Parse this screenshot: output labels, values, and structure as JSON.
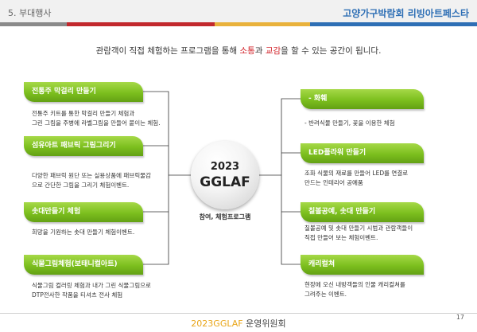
{
  "header": {
    "section": "5. 부대행사",
    "event": "고양가구박람회 리빙아트페스타"
  },
  "intro": {
    "before": "관람객이 직접 체험하는 프로그램을 통해 ",
    "hl1": "소통",
    "mid": "과 ",
    "hl2": "교감",
    "after": "을 할 수 있는 공간이 됩니다."
  },
  "hub": {
    "year": "2023",
    "name": "GGLAF",
    "caption": "참여, 체험프로그램"
  },
  "left_programs": [
    {
      "title": "전통주 막걸리 만들기",
      "lines": [
        "전통주 키트를 통한 막걸리 만들기 체험과",
        "그린 그림을 주병에 라벨그림을 만들어 붙이는 체험."
      ]
    },
    {
      "title": "섬유아트 패브릭 그림그리기",
      "lines": [
        "다양한 패브릭 원단 또는 실용상품에 패브릭물감",
        "으로 간단한 그림을 그리기 체험이벤트."
      ]
    },
    {
      "title": "솟대만들기 체험",
      "lines": [
        "희망을 기원하는 솟대 만들기 체험이벤트."
      ]
    },
    {
      "title": "식물그림체험(보태니컬아트)",
      "lines": [
        "식물그림 컬러링 체험과 내가 그린 식물그림으로",
        "DTP전사한 작품을 티셔츠 전사 체험"
      ]
    }
  ],
  "right_programs": [
    {
      "title": "- 화훼",
      "lines": [
        "- 반려식물 만들기, 꽃을 이용한 체험"
      ]
    },
    {
      "title": "LED플라워 만들기",
      "lines": [
        "조화 식물의 재료를 만들어 LED를 연결로",
        "만드는 인테리어 공예품"
      ]
    },
    {
      "title": "칠볼공예, 솟대 만들기",
      "lines": [
        "칠볼공예 및 솟대 만들기 시범과 관람객들이",
        "직접 만들어 보는 체험이벤트."
      ]
    },
    {
      "title": "캐리컬쳐",
      "lines": [
        "현장에 오신 내방객들의 인물 캐리컬쳐를",
        "그려주는 이벤트."
      ]
    }
  ],
  "footer": {
    "brand": "2023GGLAF",
    "org": " 운영위원회",
    "page": "17"
  },
  "colors": {
    "accent_green": "#7cbf1e",
    "highlight_red": "#d2232a",
    "header_blue": "#2e6fb5",
    "footer_gold": "#e9a516"
  }
}
